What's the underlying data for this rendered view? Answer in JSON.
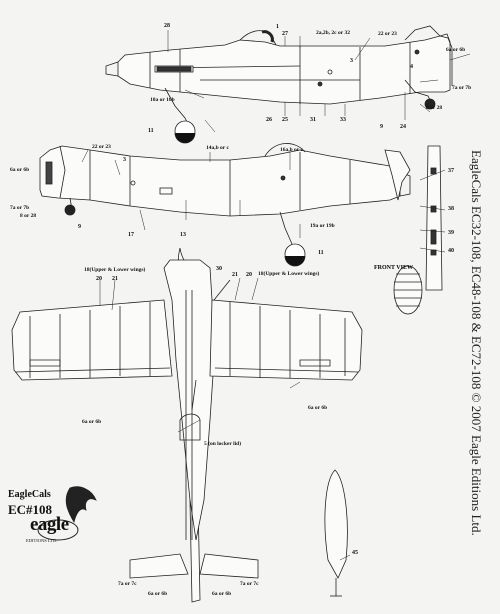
{
  "title_vertical": "EagleCals EC32-108, EC48-108 & EC72-108  © 2007 Eagle Editions Ltd.",
  "logo": {
    "brand": "EagleCals",
    "code": "EC#108",
    "word": "eagle",
    "editions": "EDITIONS   LTD."
  },
  "front_view_label": "FRONT VIEW",
  "callouts": {
    "c28": "28",
    "c1": "1",
    "c27": "27",
    "c2a": "2a,2b, 2c or 32",
    "c22a": "22 or 23",
    "c6a": "6a or 6b",
    "c7a": "7a or 7b",
    "c8a": "8 or 28",
    "c10a": "10a or 10b",
    "c11a": "11",
    "c26": "26",
    "c25": "25",
    "c31": "31",
    "c33": "33",
    "c9a": "9",
    "c24": "24",
    "c3a": "3",
    "c4a": "4",
    "c22b": "22 or 23",
    "c6b": "6a or 6b",
    "c3b": "3",
    "c14": "14a,b or c",
    "c16": "16a,b or c",
    "c7b": "7a or 7b",
    "c8b": "8 or 28",
    "c9b": "9",
    "c17": "17",
    "c13": "13",
    "c19": "19a or 19b",
    "c11b": "11",
    "c37": "37",
    "c38": "38",
    "c39": "39",
    "c40": "40",
    "c18a": "18(Upper & Lower wings)",
    "c20a": "20",
    "c21a": "21",
    "c30": "30",
    "c21b": "21",
    "c20b": "20",
    "c18b": "18(Upper & Lower wings)",
    "c5": "5 (on locker lid)",
    "c6c": "6a or 6b",
    "c6d": "6a or 6b",
    "c7c": "7a or 7c",
    "c6e": "6a or 6b",
    "c6f": "6a or 6b",
    "c7d": "7a or 7c",
    "c45": "45"
  }
}
